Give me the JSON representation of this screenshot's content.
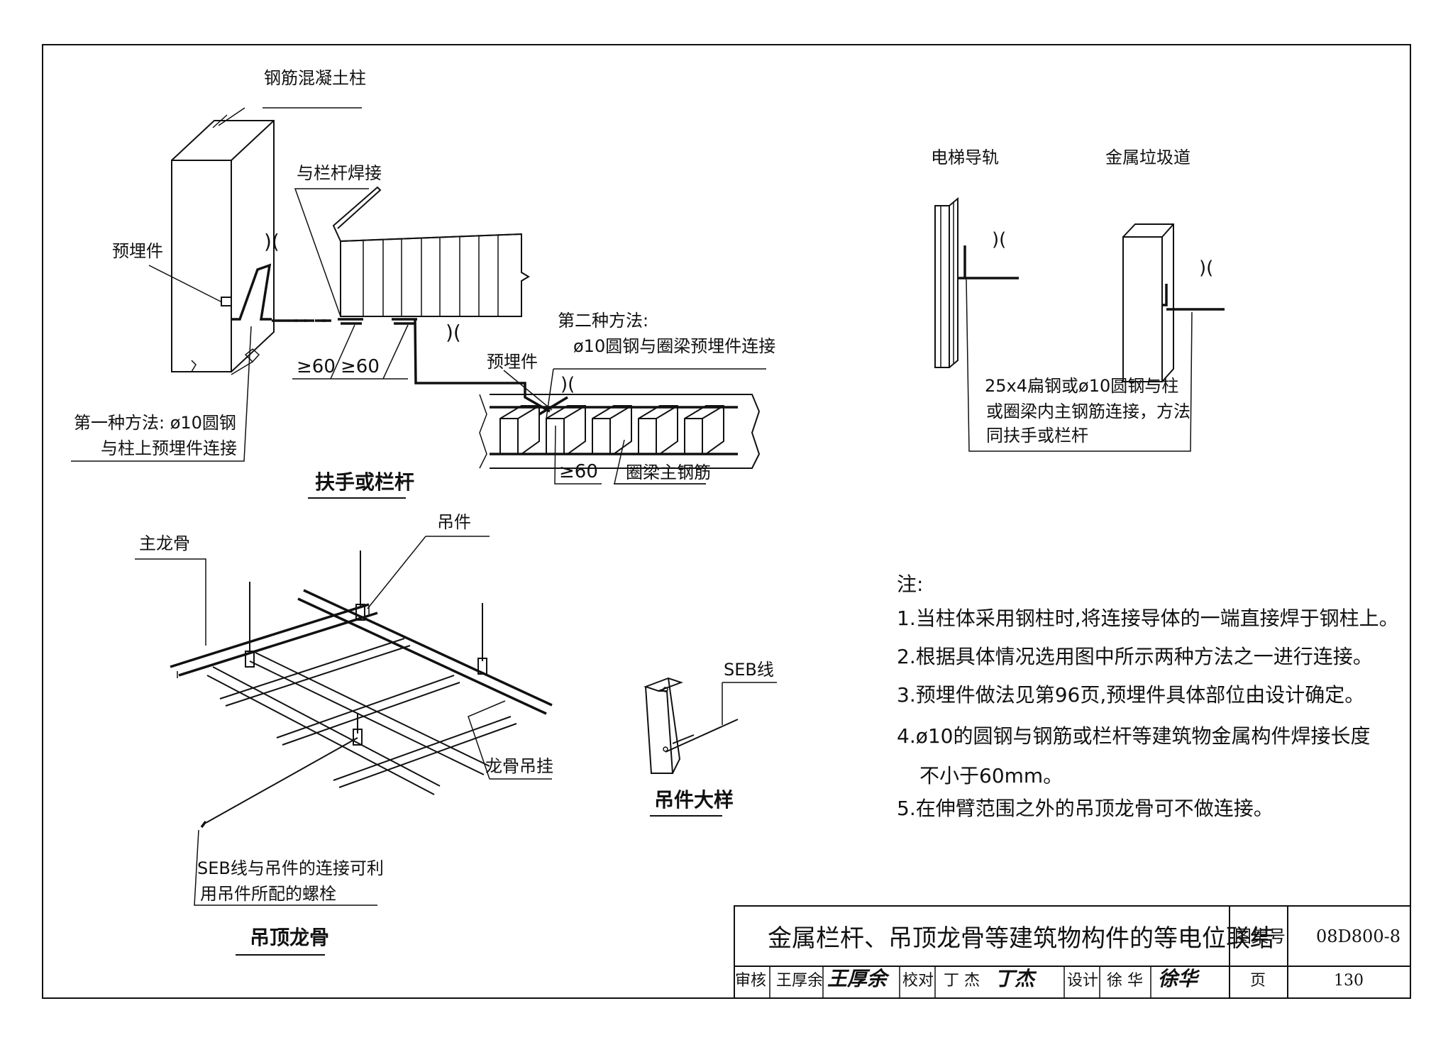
{
  "sheet": {
    "title": "金属栏杆、吊顶龙骨等建筑物构件的等电位联结",
    "atlas_no_label": "图集号",
    "atlas_no": "08D800-8",
    "page_label": "页",
    "page_no": "130",
    "review_label": "审核",
    "review_name": "王厚余",
    "review_sig": "王厚余",
    "check_label": "校对",
    "check_name": "丁 杰",
    "check_sig": "丁杰",
    "design_label": "设计",
    "design_name": "徐 华",
    "design_sig": "徐华"
  },
  "handrail": {
    "title": "扶手或栏杆",
    "column_label": "钢筋混凝土柱",
    "weld_label": "与栏杆焊接",
    "embed_label": "预埋件",
    "method1_line1": "第一种方法: ø10圆钢",
    "method1_line2": "与柱上预埋件连接",
    "dim_a": "≥60",
    "dim_b": "≥60",
    "method2_line1": "第二种方法:",
    "method2_line2": "ø10圆钢与圈梁预埋件连接",
    "embed2_label": "预埋件",
    "dim_c": "≥60",
    "beam_rebar_label": "圈梁主钢筋"
  },
  "elevator": {
    "rail_label": "电梯导轨",
    "chute_label": "金属垃圾道",
    "note_line1": "25x4扁钢或ø10圆钢与柱",
    "note_line2": "或圈梁内主钢筋连接，方法",
    "note_line3": "同扶手或栏杆"
  },
  "ceiling": {
    "title": "吊顶龙骨",
    "main_keel_label": "主龙骨",
    "hanger_label": "吊件",
    "keel_hanger_label": "龙骨吊挂",
    "seb_note_line1": "SEB线与吊件的连接可利",
    "seb_note_line2": "用吊件所配的螺栓"
  },
  "hanger_detail": {
    "title": "吊件大样",
    "seb_label": "SEB线"
  },
  "notes": {
    "heading": "注:",
    "items": [
      "1.当柱体采用钢柱时,将连接导体的一端直接焊于钢柱上。",
      "2.根据具体情况选用图中所示两种方法之一进行连接。",
      "3.预埋件做法见第96页,预埋件具体部位由设计确定。",
      "4.ø10的圆钢与钢筋或栏杆等建筑物金属构件焊接长度",
      "不小于60mm。",
      "5.在伸臂范围之外的吊顶龙骨可不做连接。"
    ]
  }
}
